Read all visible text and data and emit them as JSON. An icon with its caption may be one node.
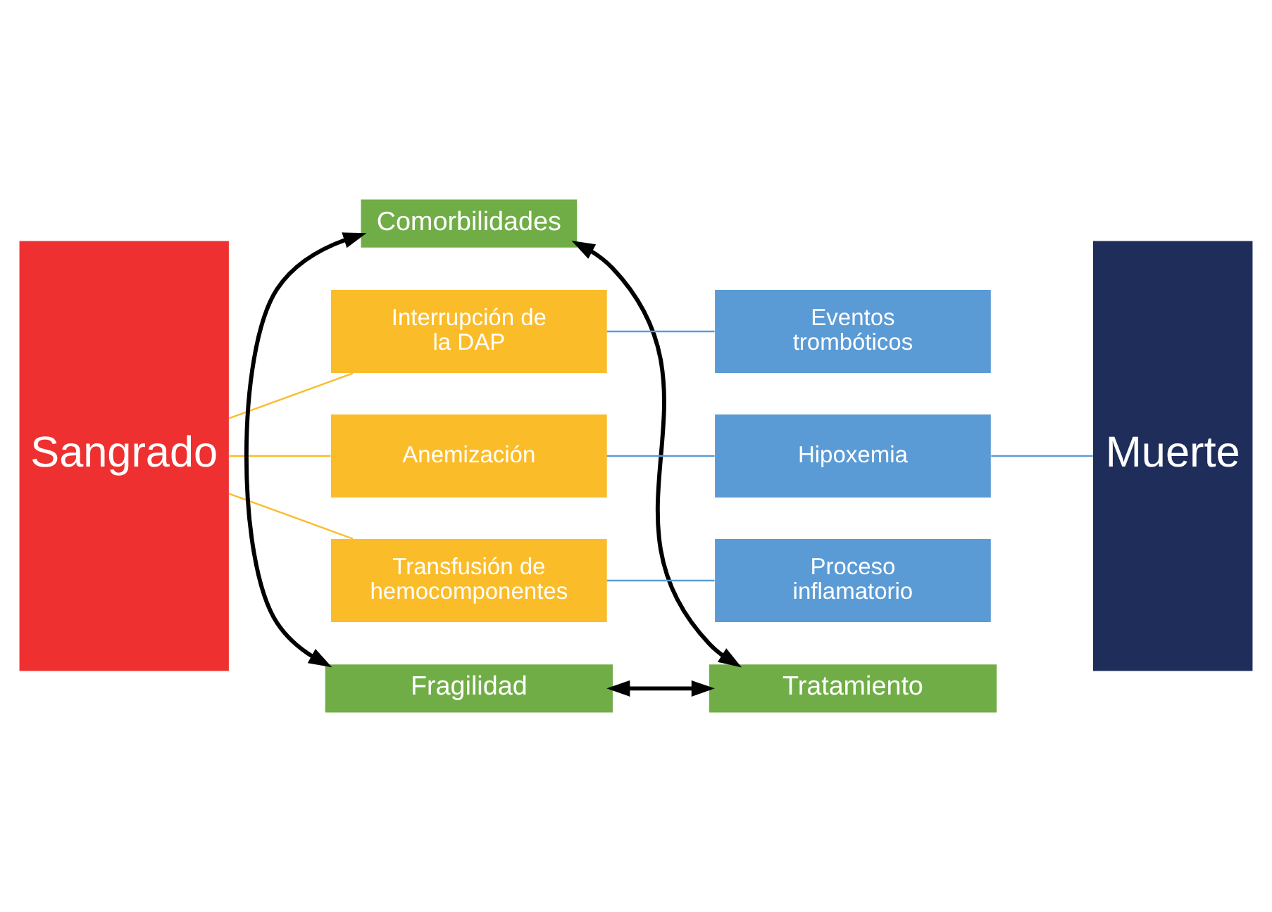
{
  "diagram": {
    "nodes": [
      {
        "text": [
          "Comorbilidades"
        ]
      },
      {
        "text": [
          "Sangrado"
        ]
      },
      {
        "text": [
          "Interrupción de la DAP"
        ]
      },
      {
        "text": [
          "Eventos trombóticos"
        ]
      },
      {
        "text": [
          "Anemización"
        ]
      },
      {
        "text": [
          "Hipoxemia"
        ]
      },
      {
        "text": [
          "Transfusión de hemocomponentes"
        ]
      },
      {
        "text": [
          "Proceso inflamatorio"
        ]
      },
      {
        "text": [
          "Muerte"
        ]
      },
      {
        "text": [
          "Fragilidad"
        ]
      },
      {
        "text": [
          "Tratamiento"
        ]
      }
    ],
    "edges": [
      {
        "from": 9,
        "to": 0,
        "arrow": "both",
        "style": "thick",
        "color": "#000000"
      },
      {
        "from": 0,
        "to": 10,
        "arrow": "both",
        "style": "thick",
        "color": "#000000"
      },
      {
        "from": 9,
        "to": 10,
        "arrow": "both",
        "style": "thick",
        "color": "#000000"
      },
      {
        "from": 1,
        "to": 2,
        "arrow": "none",
        "color": "#fbbc2a"
      },
      {
        "from": 1,
        "to": 4,
        "arrow": "none",
        "color": "#fbbc2a"
      },
      {
        "from": 1,
        "to": 6,
        "arrow": "none",
        "color": "#fbbc2a"
      },
      {
        "from": 2,
        "to": 3,
        "arrow": "none",
        "color": "#5b9bd5"
      },
      {
        "from": 4,
        "to": 5,
        "arrow": "none",
        "color": "#5b9bd5"
      },
      {
        "from": 6,
        "to": 7,
        "arrow": "none",
        "color": "#5b9bd5"
      },
      {
        "from": 5,
        "to": 8,
        "arrow": "none",
        "color": "#5b9bd5"
      }
    ]
  }
}
